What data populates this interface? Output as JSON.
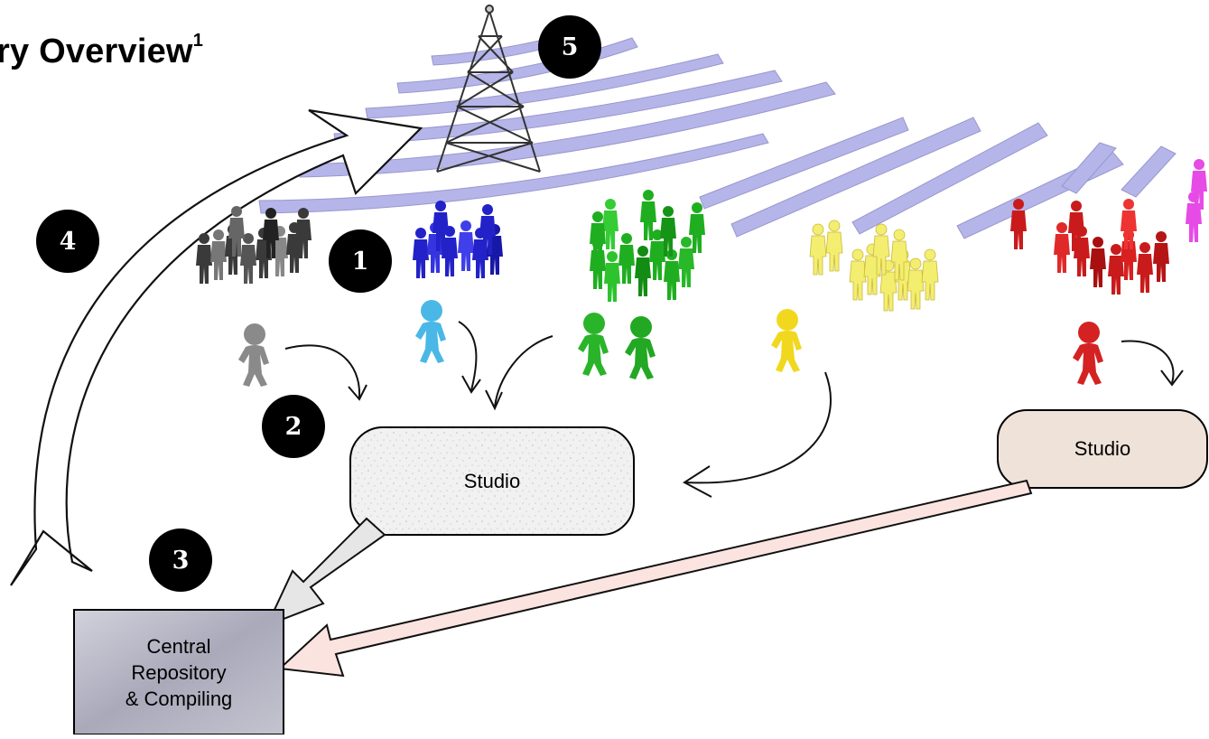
{
  "title": {
    "text": "ry Overview",
    "footnote": "1"
  },
  "badges": [
    "1",
    "2",
    "3",
    "4",
    "5"
  ],
  "studio_left": {
    "label": "Studio"
  },
  "studio_right": {
    "label": "Studio"
  },
  "repository": {
    "lines": [
      "Central",
      "Repository",
      "& Compiling"
    ]
  },
  "colors": {
    "waves": "#aeaee8",
    "group_gray": "#3a3a3a",
    "group_blue": "#2222c8",
    "group_green": "#1fae1f",
    "group_yellow": "#f3ee70",
    "group_red": "#c91b1b",
    "group_magenta": "#e64be6",
    "arrow_gray": "#e6e6e6",
    "arrow_pink": "#fbe4df",
    "repository_fill": "#bcbccc",
    "studio_right_fill": "#efe2d9"
  }
}
